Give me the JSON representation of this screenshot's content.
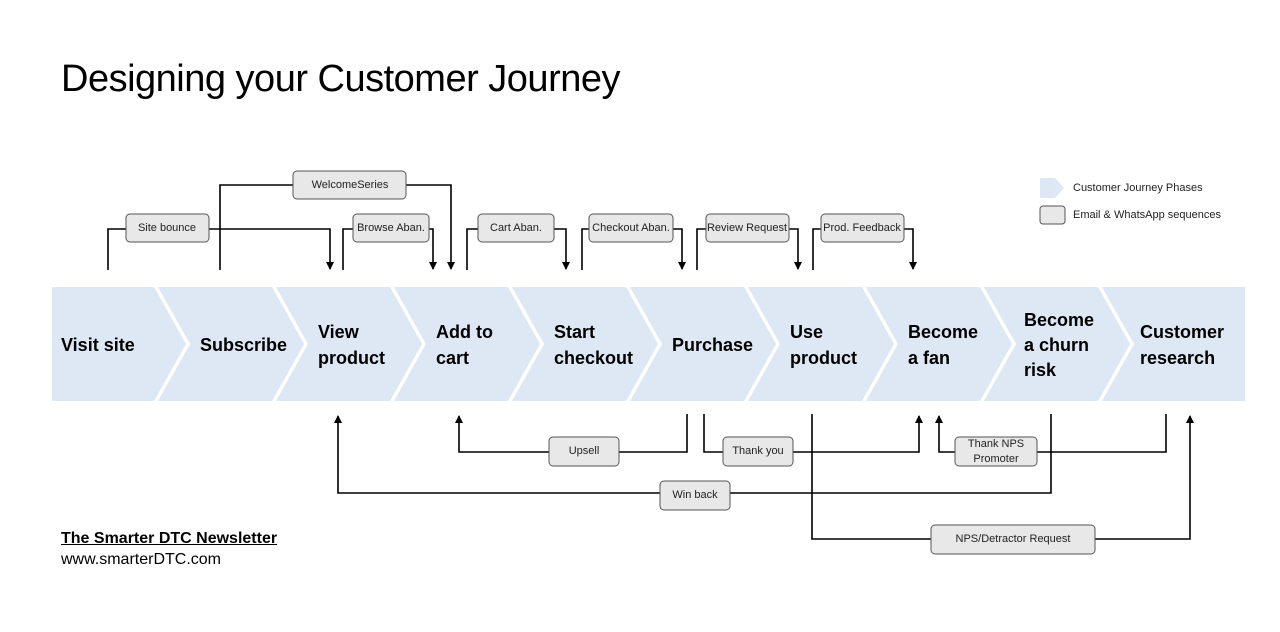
{
  "title": "Designing your Customer Journey",
  "phases": [
    {
      "lines": [
        "Visit site"
      ]
    },
    {
      "lines": [
        "Subscribe"
      ]
    },
    {
      "lines": [
        "View",
        "product"
      ]
    },
    {
      "lines": [
        "Add to",
        "cart"
      ]
    },
    {
      "lines": [
        "Start",
        "checkout"
      ]
    },
    {
      "lines": [
        "Purchase"
      ]
    },
    {
      "lines": [
        "Use",
        "product"
      ]
    },
    {
      "lines": [
        "Become",
        "a fan"
      ]
    },
    {
      "lines": [
        "Become",
        "a churn",
        "risk"
      ]
    },
    {
      "lines": [
        "Customer",
        "research"
      ]
    }
  ],
  "sequences": [
    {
      "lines": [
        "Site bounce"
      ],
      "from_phase": "Visit site",
      "to_phase": "View product"
    },
    {
      "lines": [
        "WelcomeSeries"
      ],
      "from_phase": "Subscribe",
      "to_phase": "Add to cart"
    },
    {
      "lines": [
        "Browse Aban."
      ],
      "from_phase": "View product",
      "to_phase": "Add to cart"
    },
    {
      "lines": [
        "Cart Aban."
      ],
      "from_phase": "Add to cart",
      "to_phase": "Start checkout"
    },
    {
      "lines": [
        "Checkout Aban."
      ],
      "from_phase": "Start checkout",
      "to_phase": "Purchase"
    },
    {
      "lines": [
        "Review Request"
      ],
      "from_phase": "Purchase",
      "to_phase": "Use product"
    },
    {
      "lines": [
        "Prod. Feedback"
      ],
      "from_phase": "Use product",
      "to_phase": "Become a fan"
    },
    {
      "lines": [
        "Upsell"
      ],
      "from_phase": "Purchase",
      "to_phase": "Add to cart"
    },
    {
      "lines": [
        "Thank you"
      ],
      "from_phase": "Purchase",
      "to_phase": "Become a fan"
    },
    {
      "lines": [
        "Thank NPS",
        "Promoter"
      ],
      "from_phase": "Customer research",
      "to_phase": "Become a fan"
    },
    {
      "lines": [
        "Win back"
      ],
      "from_phase": "Become a churn risk",
      "to_phase": "View product"
    },
    {
      "lines": [
        "NPS/Detractor Request"
      ],
      "from_phase": "Use product",
      "to_phase": "Customer research"
    }
  ],
  "legend": {
    "phase_label": "Customer Journey Phases",
    "sequence_label": "Email & WhatsApp sequences"
  },
  "colors": {
    "phase_fill": "#dde8f4",
    "sequence_fill": "#e8e8e8"
  },
  "footer": {
    "newsletter": "The Smarter DTC Newsletter",
    "url": "www.smarterDTC.com"
  }
}
